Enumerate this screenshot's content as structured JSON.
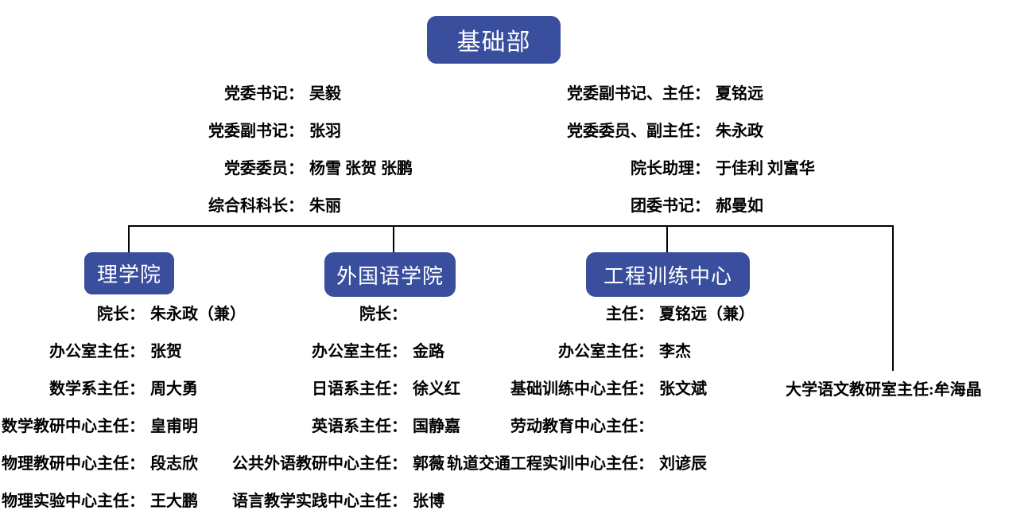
{
  "colors": {
    "box_fill": "#3a4e9e",
    "box_text": "#ffffff",
    "connector": "#000000",
    "body_text": "#000000"
  },
  "root_box": {
    "label": "基础部"
  },
  "top_left_rows": [
    {
      "label": "党委书记：",
      "name": "吴毅"
    },
    {
      "label": "党委副书记：",
      "name": "张羽"
    },
    {
      "label": "党委委员：",
      "name": "杨雪 张贺 张鹏"
    },
    {
      "label": "综合科科长：",
      "name": "朱丽"
    }
  ],
  "top_right_rows": [
    {
      "label": "党委副书记、主任：",
      "name": "夏铭远"
    },
    {
      "label": "党委委员、副主任：",
      "name": "朱永政"
    },
    {
      "label": "院长助理：",
      "name": "于佳利 刘富华"
    },
    {
      "label": "团委书记：",
      "name": "郝曼如"
    }
  ],
  "branches": [
    {
      "box": "理学院",
      "rows": [
        {
          "label": "院长：",
          "name": "朱永政（兼）"
        },
        {
          "label": "办公室主任：",
          "name": "张贺"
        },
        {
          "label": "数学系主任：",
          "name": "周大勇"
        },
        {
          "label": "数学教研中心主任：",
          "name": "皇甫明"
        },
        {
          "label": "物理教研中心主任：",
          "name": "段志欣"
        },
        {
          "label": "物理实验中心主任：",
          "name": "王大鹏"
        }
      ]
    },
    {
      "box": "外国语学院",
      "rows": [
        {
          "label": "院长：",
          "name": ""
        },
        {
          "label": "办公室主任：",
          "name": "金路"
        },
        {
          "label": "日语系主任：",
          "name": "徐义红"
        },
        {
          "label": "英语系主任：",
          "name": "国静嘉"
        },
        {
          "label": "公共外语教研中心主任：",
          "name": "郭薇"
        },
        {
          "label": "语言教学实践中心主任：",
          "name": "张博"
        }
      ]
    },
    {
      "box": "工程训练中心",
      "rows": [
        {
          "label": "主任：",
          "name": "夏铭远（兼）"
        },
        {
          "label": "办公室主任：",
          "name": "李杰"
        },
        {
          "label": "基础训练中心主任：",
          "name": "张文斌"
        },
        {
          "label": "劳动教育中心主任：",
          "name": ""
        },
        {
          "label": "轨道交通工程实训中心主任：",
          "name": "刘谚辰"
        }
      ]
    }
  ],
  "floating_row": {
    "label": "大学语文教研室主任:",
    "name": "牟海晶"
  }
}
